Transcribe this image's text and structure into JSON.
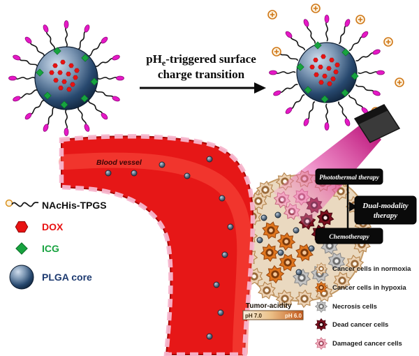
{
  "top": {
    "ph": "pH",
    "sub": "e",
    "rest": "-triggered surface",
    "line2": "charge transition"
  },
  "vessel": {
    "label": "Blood vessel"
  },
  "legend": {
    "items": [
      {
        "label": "NAcHis-TPGS",
        "color": "#111111"
      },
      {
        "label": "DOX",
        "color": "#e81212"
      },
      {
        "label": "ICG",
        "color": "#17a33f"
      },
      {
        "label": "PLGA core",
        "color": "#1d3a70"
      }
    ]
  },
  "therapy": {
    "photothermal": "Photothermal therapy",
    "dual_line1": "Dual-modality",
    "dual_line2": "therapy",
    "chemo": "Chemotherapy"
  },
  "cells_legend": {
    "items": [
      {
        "label": "Cancer cells in normoxia"
      },
      {
        "label": "Cancer cells in hypoxia"
      },
      {
        "label": "Necrosis cells"
      },
      {
        "label": "Dead cancer cells"
      },
      {
        "label": "Damaged cancer cells"
      }
    ]
  },
  "acidity": {
    "title": "Tumor-acidity",
    "ph_left": "pH 7.0",
    "ph_right": "pH 6.0"
  },
  "colors": {
    "vessel_red": "#e61717",
    "beam_magenta": "#b4006e",
    "core_navy": "#122640",
    "dox_red": "#e81212",
    "icg_green": "#17a33f",
    "tumor_beige": "#ead9c0"
  }
}
